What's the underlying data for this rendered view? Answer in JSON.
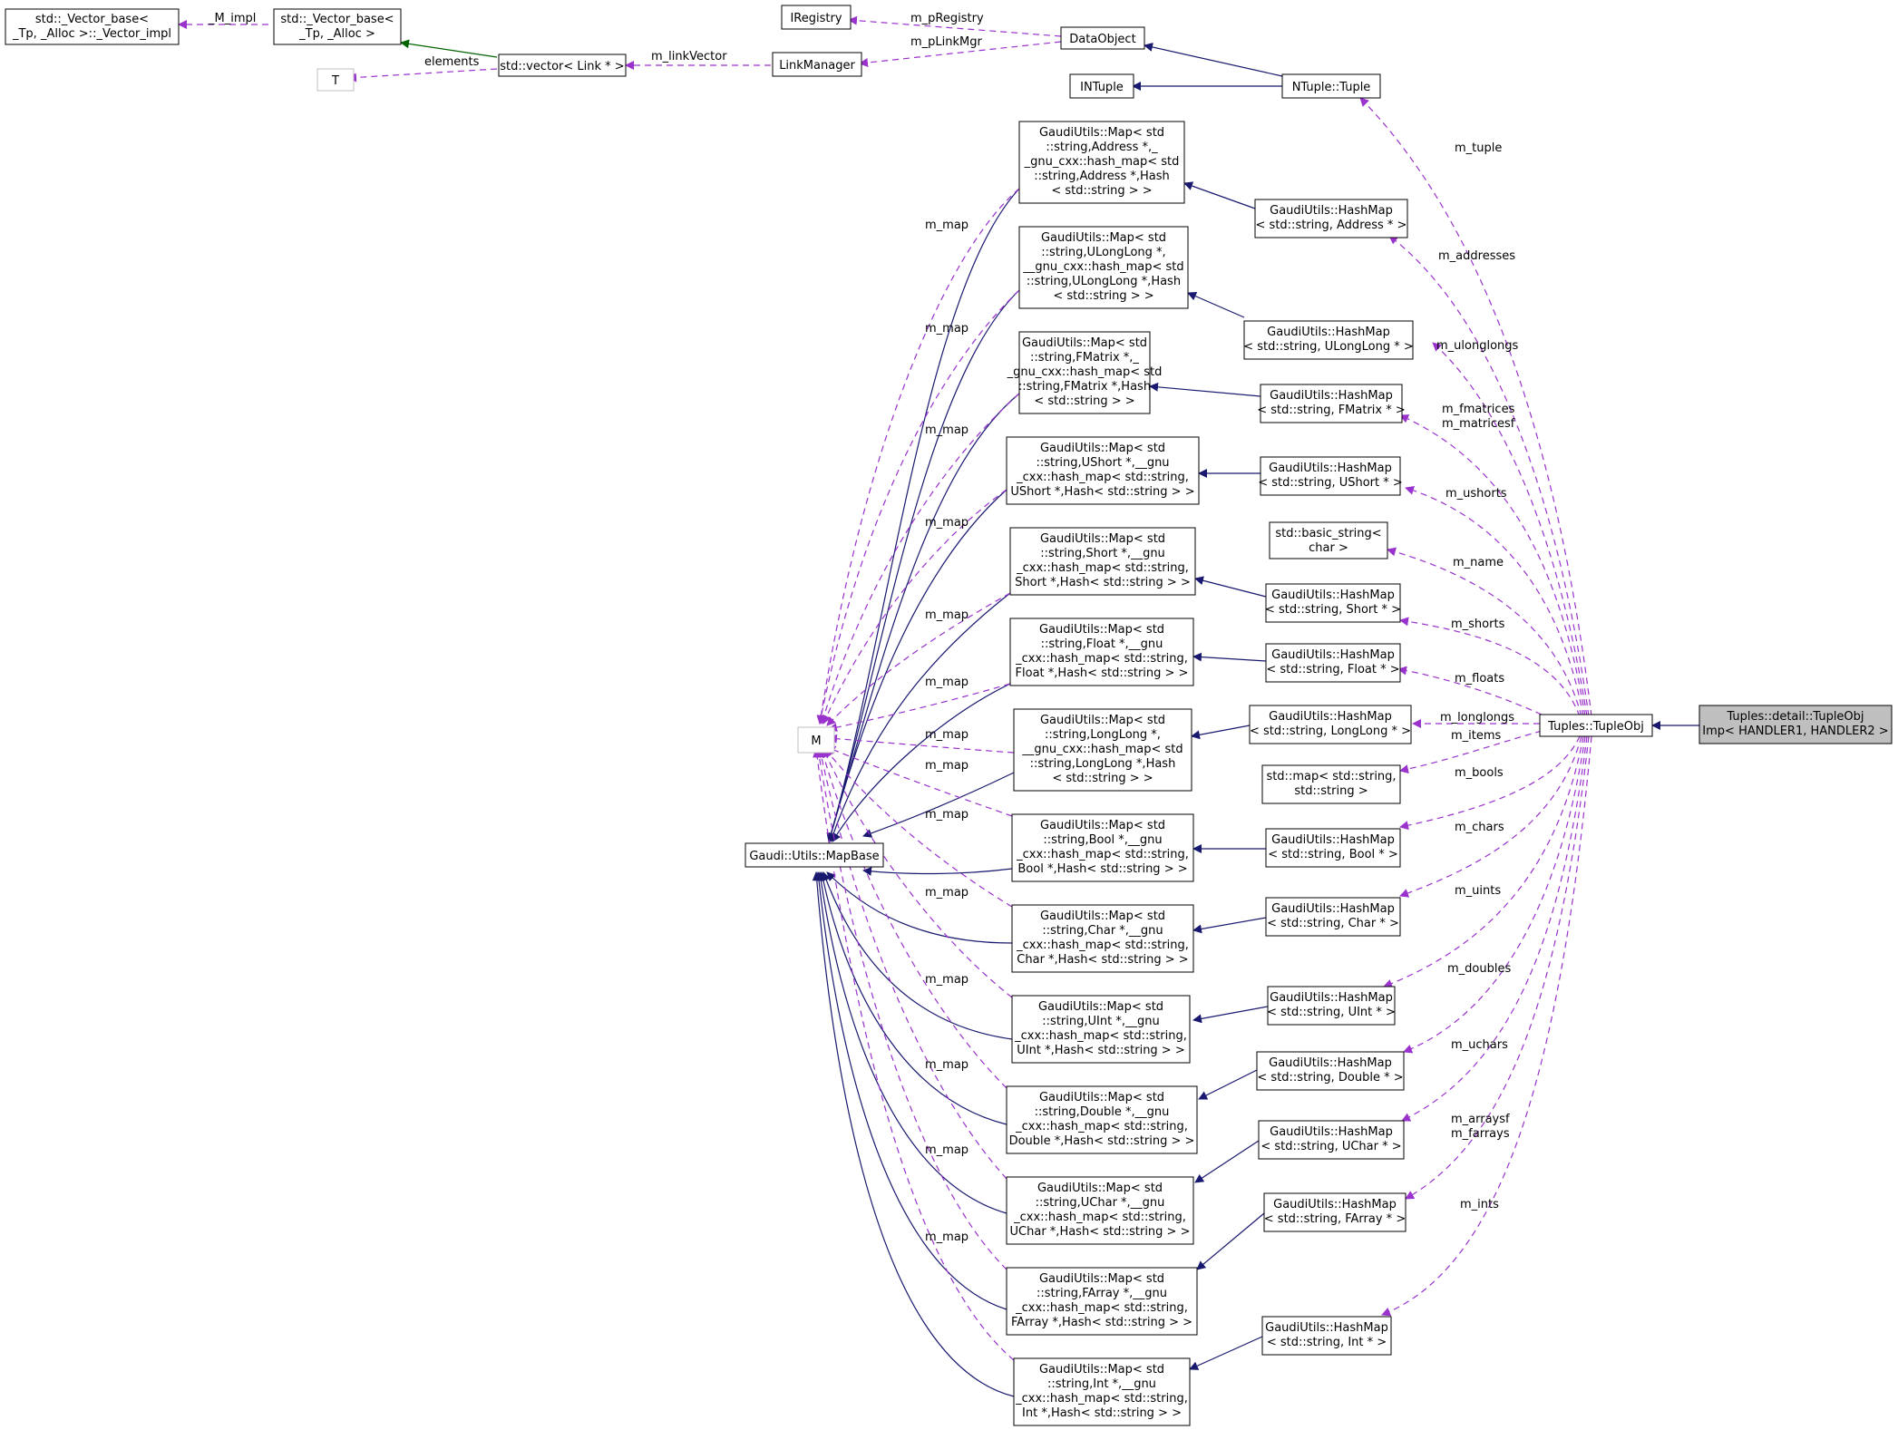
{
  "nodes": {
    "vector_impl": [
      "std::_Vector_base<",
      "_Tp, _Alloc >::_Vector_impl"
    ],
    "vector_base": [
      "std::_Vector_base<",
      "_Tp, _Alloc >"
    ],
    "t_param": [
      "T"
    ],
    "std_vector": [
      "std::vector< Link * >"
    ],
    "iregistry": [
      "IRegistry"
    ],
    "link_manager": [
      "LinkManager"
    ],
    "data_object": [
      "DataObject"
    ],
    "intuple": [
      "INTuple"
    ],
    "ntuple_tuple": [
      "NTuple::Tuple"
    ],
    "m_param": [
      "M"
    ],
    "mapbase": [
      "Gaudi::Utils::MapBase"
    ],
    "tupleobj": [
      "Tuples::TupleObj"
    ],
    "tupleobjimp": [
      "Tuples::detail::TupleObj",
      "Imp< HANDLER1, HANDLER2 >"
    ],
    "basic_string": [
      "std::basic_string<",
      "char >"
    ],
    "std_map": [
      "std::map< std::string,",
      "std::string >"
    ],
    "map_address": [
      "GaudiUtils::Map< std",
      "::string,Address *,_",
      "_gnu_cxx::hash_map< std",
      "::string,Address *,Hash",
      "< std::string > >"
    ],
    "map_ulonglong": [
      "GaudiUtils::Map< std",
      "::string,ULongLong *,",
      "__gnu_cxx::hash_map< std",
      "::string,ULongLong *,Hash",
      "< std::string > >"
    ],
    "map_fmatrix": [
      "GaudiUtils::Map< std",
      "::string,FMatrix *,_",
      "_gnu_cxx::hash_map< std",
      "::string,FMatrix *,Hash",
      "< std::string > >"
    ],
    "map_ushort": [
      "GaudiUtils::Map< std",
      "::string,UShort *,__gnu",
      "_cxx::hash_map< std::string,",
      "UShort *,Hash< std::string > >"
    ],
    "map_short": [
      "GaudiUtils::Map< std",
      "::string,Short *,__gnu",
      "_cxx::hash_map< std::string,",
      "Short *,Hash< std::string > >"
    ],
    "map_float": [
      "GaudiUtils::Map< std",
      "::string,Float *,__gnu",
      "_cxx::hash_map< std::string,",
      "Float *,Hash< std::string > >"
    ],
    "map_longlong": [
      "GaudiUtils::Map< std",
      "::string,LongLong *,",
      "__gnu_cxx::hash_map< std",
      "::string,LongLong *,Hash",
      "< std::string > >"
    ],
    "map_bool": [
      "GaudiUtils::Map< std",
      "::string,Bool *,__gnu",
      "_cxx::hash_map< std::string,",
      "Bool *,Hash< std::string > >"
    ],
    "map_char": [
      "GaudiUtils::Map< std",
      "::string,Char *,__gnu",
      "_cxx::hash_map< std::string,",
      "Char *,Hash< std::string > >"
    ],
    "map_uint": [
      "GaudiUtils::Map< std",
      "::string,UInt *,__gnu",
      "_cxx::hash_map< std::string,",
      "UInt *,Hash< std::string > >"
    ],
    "map_double": [
      "GaudiUtils::Map< std",
      "::string,Double *,__gnu",
      "_cxx::hash_map< std::string,",
      "Double *,Hash< std::string > >"
    ],
    "map_uchar": [
      "GaudiUtils::Map< std",
      "::string,UChar *,__gnu",
      "_cxx::hash_map< std::string,",
      "UChar *,Hash< std::string > >"
    ],
    "map_farray": [
      "GaudiUtils::Map< std",
      "::string,FArray *,__gnu",
      "_cxx::hash_map< std::string,",
      "FArray *,Hash< std::string > >"
    ],
    "map_int": [
      "GaudiUtils::Map< std",
      "::string,Int *,__gnu",
      "_cxx::hash_map< std::string,",
      "Int *,Hash< std::string > >"
    ],
    "hm_address": [
      "GaudiUtils::HashMap",
      "< std::string, Address * >"
    ],
    "hm_ulonglong": [
      "GaudiUtils::HashMap",
      "< std::string, ULongLong * >"
    ],
    "hm_fmatrix": [
      "GaudiUtils::HashMap",
      "< std::string, FMatrix * >"
    ],
    "hm_ushort": [
      "GaudiUtils::HashMap",
      "< std::string, UShort * >"
    ],
    "hm_short": [
      "GaudiUtils::HashMap",
      "< std::string, Short * >"
    ],
    "hm_float": [
      "GaudiUtils::HashMap",
      "< std::string, Float * >"
    ],
    "hm_longlong": [
      "GaudiUtils::HashMap",
      "< std::string, LongLong * >"
    ],
    "hm_bool": [
      "GaudiUtils::HashMap",
      "< std::string, Bool * >"
    ],
    "hm_char": [
      "GaudiUtils::HashMap",
      "< std::string, Char * >"
    ],
    "hm_uint": [
      "GaudiUtils::HashMap",
      "< std::string, UInt * >"
    ],
    "hm_double": [
      "GaudiUtils::HashMap",
      "< std::string, Double * >"
    ],
    "hm_uchar": [
      "GaudiUtils::HashMap",
      "< std::string, UChar * >"
    ],
    "hm_farray": [
      "GaudiUtils::HashMap",
      "< std::string, FArray * >"
    ],
    "hm_int": [
      "GaudiUtils::HashMap",
      "< std::string, Int * >"
    ]
  },
  "edge_labels": {
    "m_impl": "_M_impl",
    "elements": "elements",
    "m_linkvector": "m_linkVector",
    "m_pregistry": "m_pRegistry",
    "m_plinkmgr": "m_pLinkMgr",
    "m_tuple": "m_tuple",
    "m_addresses": "m_addresses",
    "m_ulonglongs": "m_ulonglongs",
    "m_fmatrices": "m_fmatrices",
    "m_matricesf": "m_matricesf",
    "m_ushorts": "m_ushorts",
    "m_name": "m_name",
    "m_shorts": "m_shorts",
    "m_floats": "m_floats",
    "m_longlongs": "m_longlongs",
    "m_items": "m_items",
    "m_bools": "m_bools",
    "m_chars": "m_chars",
    "m_uints": "m_uints",
    "m_doubles": "m_doubles",
    "m_uchars": "m_uchars",
    "m_arraysf": "m_arraysf",
    "m_farrays": "m_farrays",
    "m_ints": "m_ints",
    "m_map": "m_map"
  },
  "colors": {
    "inheritance": "#191970",
    "template_instance": "#006400",
    "usage": "#9a32cd",
    "focus_fill": "#bfbfbf"
  }
}
